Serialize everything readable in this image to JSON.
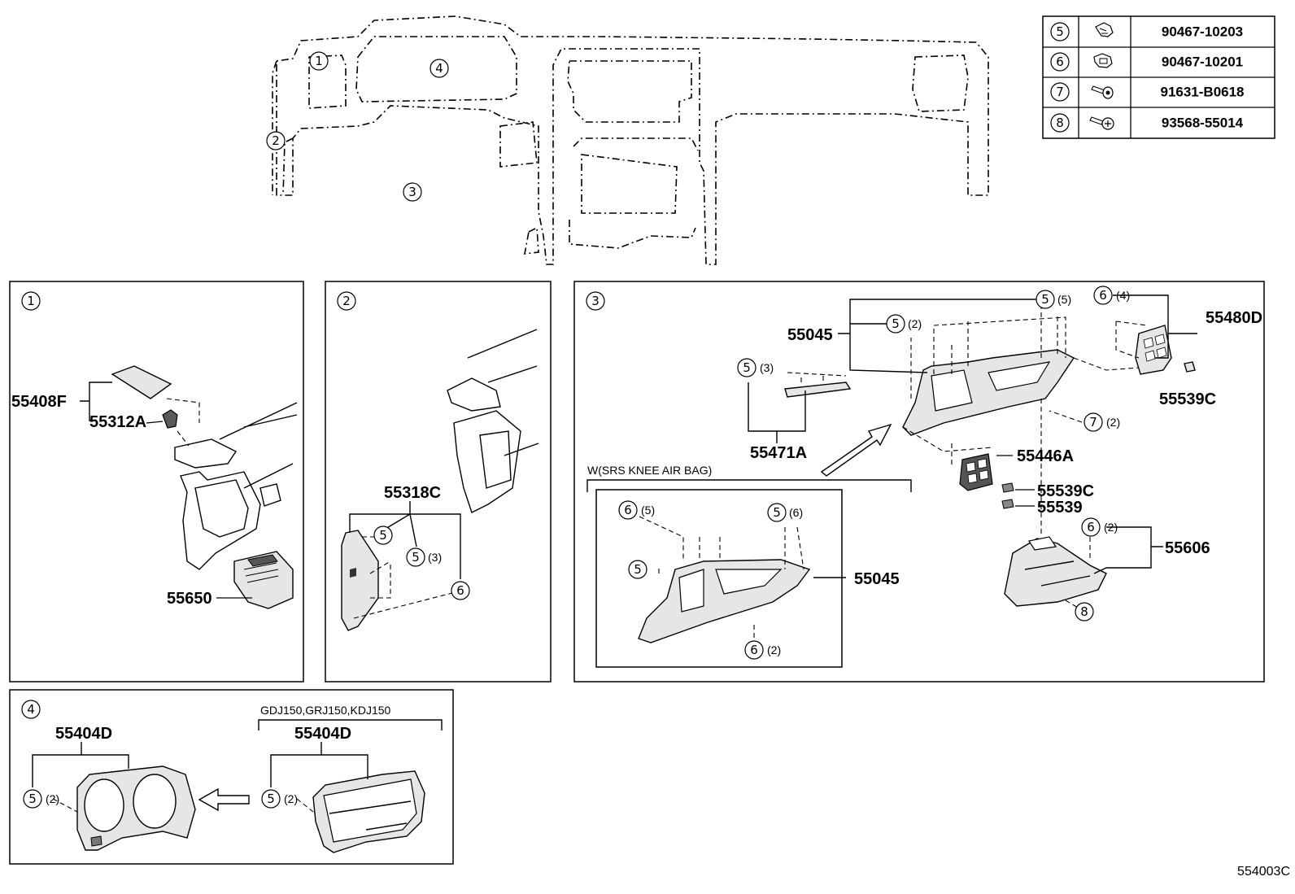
{
  "overview": {
    "markers": [
      "1",
      "2",
      "3",
      "4"
    ]
  },
  "fastener_table": [
    {
      "ref": "5",
      "icon": "clip-icon",
      "part_number": "90467-10203"
    },
    {
      "ref": "6",
      "icon": "clip-icon",
      "part_number": "90467-10201"
    },
    {
      "ref": "7",
      "icon": "screw-icon",
      "part_number": "91631-B0618"
    },
    {
      "ref": "8",
      "icon": "screw-icon",
      "part_number": "93568-55014"
    }
  ],
  "panel1": {
    "id": "1",
    "labels": {
      "a": "55408F",
      "b": "55312A",
      "c": "55650"
    }
  },
  "panel2": {
    "id": "2",
    "labels": {
      "a": "55318C"
    },
    "callouts": [
      {
        "ref": "5",
        "qty": ""
      },
      {
        "ref": "5",
        "qty": "(3)"
      },
      {
        "ref": "6",
        "qty": ""
      }
    ]
  },
  "panel3": {
    "id": "3",
    "labels": {
      "p55045": "55045",
      "p55471a": "55471A",
      "p55480d": "55480D",
      "p55539c_a": "55539C",
      "p55446a": "55446A",
      "p55539c_b": "55539C",
      "p55539": "55539",
      "p55606": "55606",
      "p55045_b": "55045"
    },
    "callouts": [
      {
        "ref": "5",
        "qty": "(5)"
      },
      {
        "ref": "5",
        "qty": "(2)"
      },
      {
        "ref": "5",
        "qty": "(3)"
      },
      {
        "ref": "6",
        "qty": "(4)"
      },
      {
        "ref": "7",
        "qty": "(2)"
      },
      {
        "ref": "6",
        "qty": "(2)"
      },
      {
        "ref": "8",
        "qty": ""
      },
      {
        "ref": "6",
        "qty": "(5)"
      },
      {
        "ref": "5",
        "qty": "(6)"
      },
      {
        "ref": "5",
        "qty": ""
      },
      {
        "ref": "6",
        "qty": "(2)"
      }
    ],
    "variant": "W(SRS KNEE AIR BAG)"
  },
  "panel4": {
    "id": "4",
    "variant": "GDJ150,GRJ150,KDJ150",
    "labels": {
      "left": "55404D",
      "right": "55404D"
    },
    "callouts": [
      {
        "ref": "5",
        "qty": "(2)"
      },
      {
        "ref": "5",
        "qty": "(2)"
      }
    ]
  },
  "diagram_code": "554003C"
}
